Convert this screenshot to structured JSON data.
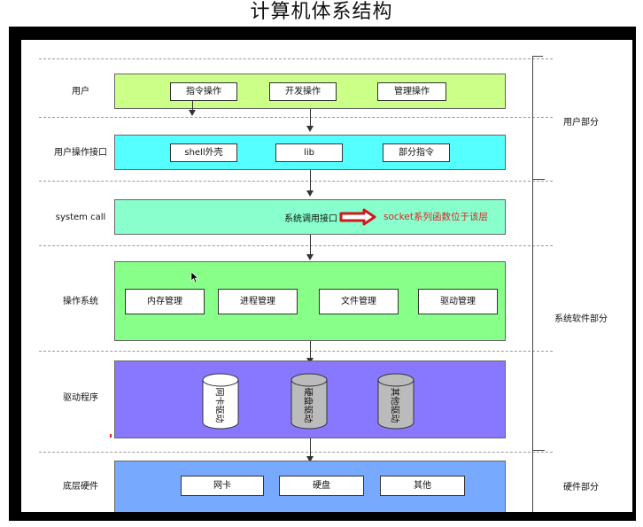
{
  "title": "计算机体系结构",
  "row_labels": {
    "user": "用户",
    "user_interface": "用户操作接口",
    "system_call": "system call",
    "os": "操作系统",
    "drivers": "驱动程序",
    "hardware": "底层硬件"
  },
  "side_labels": {
    "user_part": "用户部分",
    "system_software_part": "系统软件部分",
    "hardware_part": "硬件部分"
  },
  "user_items": [
    "指令操作",
    "开发操作",
    "管理操作"
  ],
  "interface_items": [
    "shell外壳",
    "lib",
    "部分指令"
  ],
  "system_call": {
    "label": "系统调用接口",
    "note": "socket系列函数位于该层"
  },
  "os_items": [
    "内存管理",
    "进程管理",
    "文件管理",
    "驱动管理"
  ],
  "driver_items": [
    "网卡驱动",
    "硬盘驱动",
    "其他驱动"
  ],
  "hardware_items": [
    "网卡",
    "硬盘",
    "其他"
  ],
  "colors": {
    "user_layer": "#ccff88",
    "interface_layer": "#55ffff",
    "syscall_layer": "#88ffcc",
    "os_layer": "#88ff88",
    "driver_layer": "#8877ff",
    "hardware_layer": "#77aaff",
    "cylinder_white": "#ffffff",
    "cylinder_gray": "#bbbbbb",
    "note_red": "#e0202a",
    "arrow_red": "#cc1a1a"
  }
}
